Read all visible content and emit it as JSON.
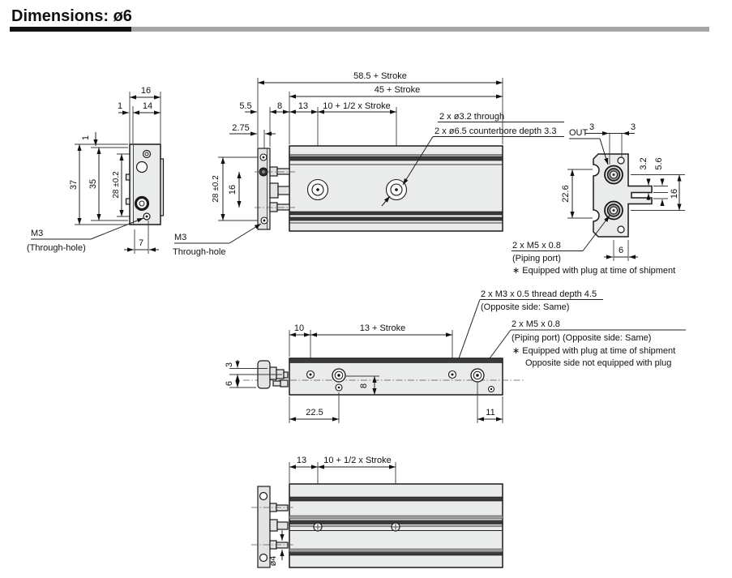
{
  "title": "Dimensions: ø6",
  "rule_colors": {
    "black": "#111111",
    "gray": "#a6a6a6"
  },
  "plate_view": {
    "w16": "16",
    "w1": "1",
    "w14": "14",
    "t1": "1",
    "h37": "37",
    "h35": "35",
    "h28": "28 ±0.2",
    "b7": "7",
    "m3_label": "M3",
    "m3_sub": "(Through-hole)"
  },
  "side_view": {
    "total_len": "58.5 + Stroke",
    "body_len": "45 + Stroke",
    "d5_5": "5.5",
    "d8": "8",
    "d13": "13",
    "d10s": "10 + 1/2 x Stroke",
    "d2_75": "2.75",
    "h28": "28 ±0.2",
    "h16": "16",
    "m3_label": "M3",
    "m3_sub": "Through-hole",
    "note_through": "2 x ø3.2 through",
    "note_cbore": "2 x ø6.5 counterbore depth 3.3"
  },
  "end_view": {
    "out_label": "OUT",
    "d3a": "3",
    "d3b": "3",
    "d3_2": "3.2",
    "d5_6": "5.6",
    "d16": "16",
    "d22_6": "22.6",
    "d6": "6",
    "port_label": "2 x M5 x 0.8",
    "port_sub": "(Piping port)",
    "note": "∗  Equipped with plug at time of shipment"
  },
  "underside_view": {
    "d10": "10",
    "d13s": "13 + Stroke",
    "d3": "3",
    "d6": "6",
    "d8": "8",
    "d22_5": "22.5",
    "d11": "11",
    "thread_label": "2 x M3 x 0.5 thread depth 4.5",
    "thread_sub": "(Opposite side: Same)",
    "port_label": "2 x M5 x 0.8",
    "port_sub": "(Piping port) (Opposite side: Same)",
    "note1": "∗  Equipped with plug at time of shipment",
    "note2": "Opposite side not equipped with plug"
  },
  "plan_view": {
    "d13": "13",
    "d10s": "10 + 1/2 x Stroke",
    "rod_dia": "ø4"
  }
}
